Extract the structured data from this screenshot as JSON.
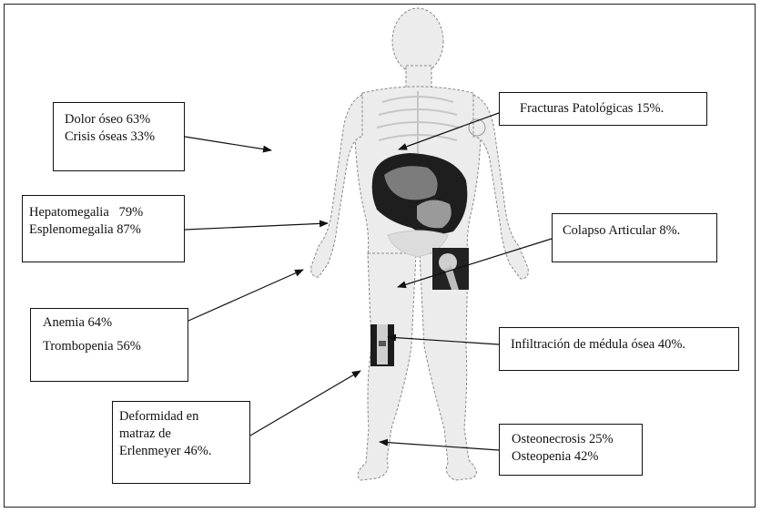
{
  "labels": {
    "dolor": [
      "Dolor óseo 63%",
      "Crisis óseas 33%"
    ],
    "hepato": [
      "Hepatomegalia   79%",
      "Esplenomegalia 87%"
    ],
    "anemia": [
      "Anemia 64%",
      "Trombopenia 56%"
    ],
    "deformidad": [
      "Deformidad en",
      "matraz de",
      "Erlenmeyer 46%."
    ],
    "fracturas": [
      "Fracturas Patológicas 15%."
    ],
    "colapso": [
      "Colapso Articular 8%."
    ],
    "infiltracion": [
      "Infiltración de médula ósea 40%."
    ],
    "osteo": [
      "Osteonecrosis 25%",
      "Osteopenia 42%"
    ]
  },
  "colors": {
    "body_fill": "#ececec",
    "body_outline": "#7a7a7a",
    "organ_dark": "#1e1e1e",
    "box_border": "#111111",
    "arrow": "#111111"
  }
}
